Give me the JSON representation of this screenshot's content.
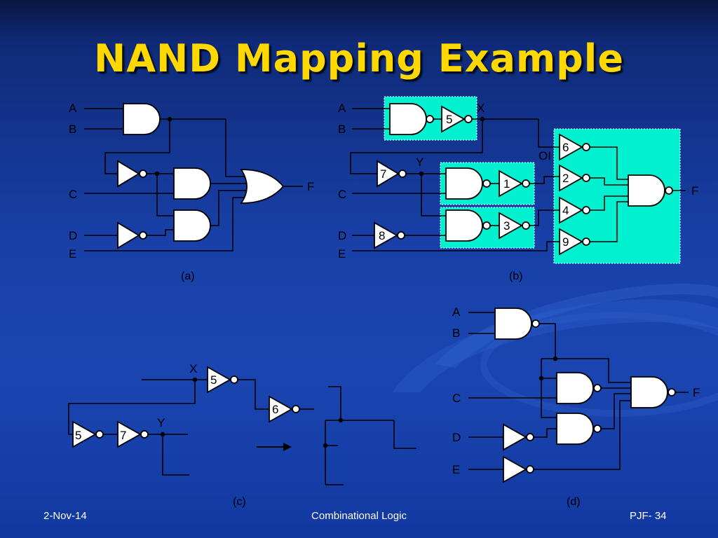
{
  "slide": {
    "title": "NAND Mapping Example",
    "footer_left": "2-Nov-14",
    "footer_center": "Combinational Logic",
    "footer_right": "PJF- 34"
  },
  "colors": {
    "title": "#ffd800",
    "background": "#1a45b0",
    "highlight": "#00f0d0",
    "gate_fill": "#ffffff",
    "wire": "#000000"
  },
  "panels": {
    "a": {
      "caption": "(a)",
      "inputs": [
        "A",
        "B",
        "C",
        "D",
        "E"
      ],
      "output": "F"
    },
    "b": {
      "caption": "(b)",
      "inputs": [
        "A",
        "B",
        "C",
        "D",
        "E"
      ],
      "output": "F",
      "net_labels": [
        "X",
        "Y",
        "OI"
      ],
      "gate_numbers": [
        "5",
        "7",
        "1",
        "8",
        "3",
        "6",
        "2",
        "4",
        "9"
      ]
    },
    "c": {
      "caption": "(c)",
      "net_labels": [
        "X",
        "Y"
      ],
      "gate_numbers": [
        "5",
        "6",
        "5",
        "7"
      ]
    },
    "d": {
      "caption": "(d)",
      "inputs": [
        "A",
        "B",
        "C",
        "D",
        "E"
      ],
      "output": "F"
    }
  }
}
